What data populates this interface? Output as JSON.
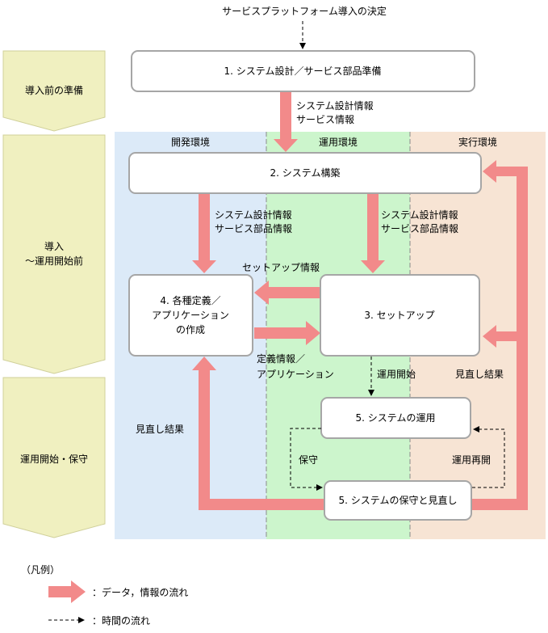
{
  "top_label": "サービスプラットフォーム導入の決定",
  "phases": {
    "prep": "導入前の準備",
    "intro_line1": "導入",
    "intro_line2": "～運用開始前",
    "ops": "運用開始・保守"
  },
  "environments": {
    "dev": "開発環境",
    "ops": "運用環境",
    "exec": "実行環境"
  },
  "boxes": {
    "b1": "1. システム設計／サービス部品準備",
    "b2": "2. システム構築",
    "b3": "3. セットアップ",
    "b4_line1": "4. 各種定義／",
    "b4_line2": "アプリケーション",
    "b4_line3": "の作成",
    "b5a": "5. システムの運用",
    "b5b": "5. システムの保守と見直し"
  },
  "labels": {
    "l1_line1": "システム設計情報",
    "l1_line2": "サービス情報",
    "l2_line1": "システム設計情報",
    "l2_line2": "サービス部品情報",
    "l3_line1": "システム設計情報",
    "l3_line2": "サービス部品情報",
    "setup_info": "セットアップ情報",
    "def_line1": "定義情報／",
    "def_line2": "アプリケーション",
    "ops_start": "運用開始",
    "review_right": "見直し結果",
    "review_left": "見直し結果",
    "maintenance": "保守",
    "restart": "運用再開"
  },
  "legend": {
    "title": "（凡例）",
    "data_flow": "：データ，情報の流れ",
    "time_flow": "：時間の流れ"
  },
  "colors": {
    "phase_fill": "#f0f0c0",
    "dev_env": "#dceaf8",
    "ops_env": "#ccf5cc",
    "exec_env": "#f7e4d4",
    "flow_arrow": "#f28a8a",
    "box_border": "#a6a6a6"
  }
}
